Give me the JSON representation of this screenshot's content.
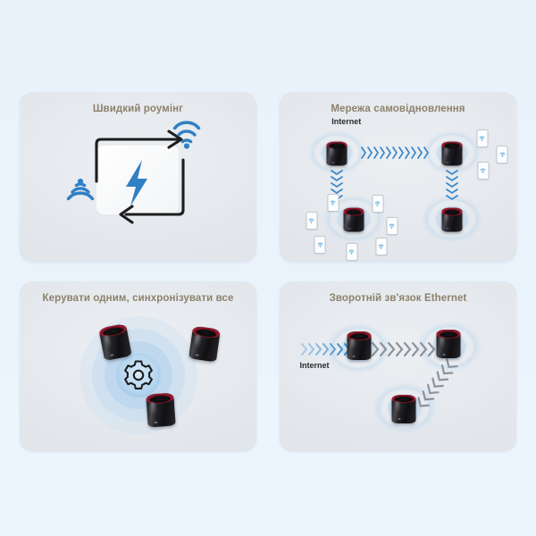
{
  "page": {
    "background_color": "#eaf3fc",
    "title_color": "#8d816c",
    "accent_blue": "#2f80c4",
    "device_ring_red": "#c0203b",
    "device_body_black": "#1a1a1c",
    "panel_background": "#e3e7ec"
  },
  "panels": [
    {
      "id": "fast-roaming",
      "title": "Швидкий роумінг",
      "icons": [
        "wifi-icon",
        "lightning-bolt-icon",
        "arrow-right-icon",
        "arrow-left-icon",
        "wifi-signal-icon"
      ],
      "device_count": 0,
      "labels": []
    },
    {
      "id": "self-healing-network",
      "title": "Мережа самовідновлення",
      "icons": [
        "router-icon",
        "phone-icon",
        "chevron-arrow-icon"
      ],
      "device_count": 4,
      "labels": [
        "Internet"
      ],
      "internet_label": "Internet",
      "phone_count": 10
    },
    {
      "id": "manage-one-sync-all",
      "title": "Керувати одним, синхронізувати все",
      "icons": [
        "gear-icon",
        "router-icon",
        "signal-ring-icon"
      ],
      "device_count": 3,
      "labels": []
    },
    {
      "id": "ethernet-backhaul",
      "title": "Зворотній зв'язок Ethernet",
      "icons": [
        "router-icon",
        "chevron-arrow-icon"
      ],
      "device_count": 3,
      "labels": [
        "Internet"
      ],
      "internet_label": "Internet"
    }
  ]
}
